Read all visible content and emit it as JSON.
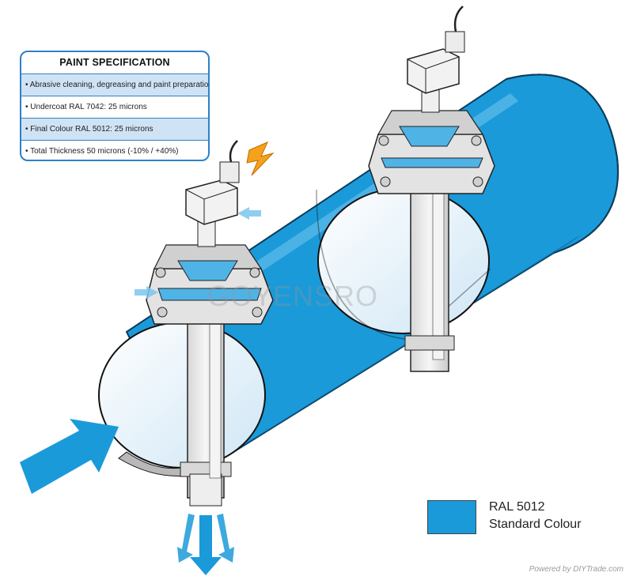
{
  "paint_spec": {
    "title": "PAINT SPECIFICATION",
    "rows": [
      {
        "text": "• Abrasive cleaning, degreasing and paint preparation",
        "shaded": true
      },
      {
        "text": "• Undercoat RAL 7042: 25 microns",
        "shaded": false
      },
      {
        "text": "• Final Colour RAL 5012: 25 microns",
        "shaded": true
      },
      {
        "text": "• Total Thickness 50 microns (-10% / +40%)",
        "shaded": false
      }
    ]
  },
  "legend": {
    "line1": "RAL 5012",
    "line2": "Standard Colour",
    "swatch_color": "#1b9ad9"
  },
  "watermark": "GOYENSRO",
  "credit": "Powered by DIYTrade.com",
  "colors": {
    "pipe": "#1b9ad9",
    "pipe_dark": "#0f6fa8",
    "pipe_inner": "#e6f3fb",
    "flow_arrow": "#1b9ad9",
    "lightning": "#f5a21b",
    "metal": "#e8e8e8"
  },
  "icons": [
    "lightning-icon",
    "flow-arrow-icon",
    "exhaust-arrow-icon"
  ]
}
